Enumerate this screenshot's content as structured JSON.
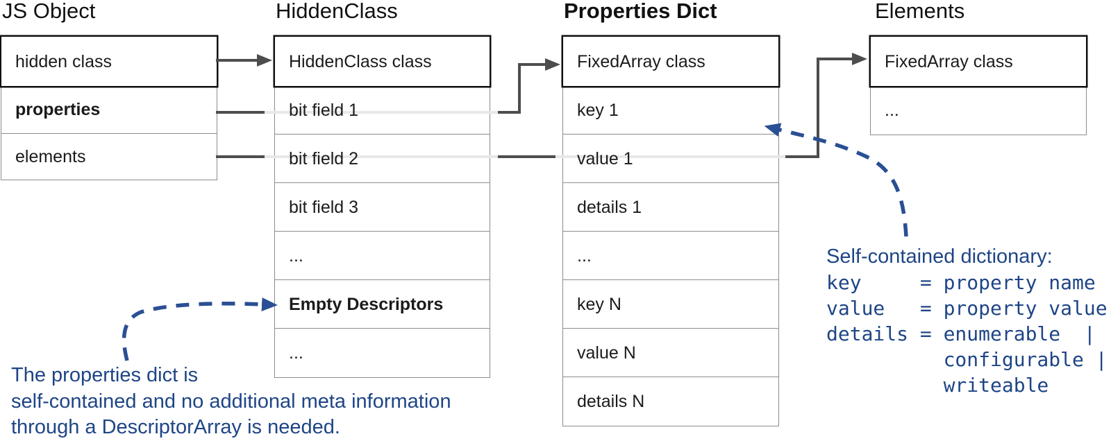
{
  "diagram": {
    "columns": [
      {
        "title": "JS Object",
        "rows": [
          {
            "label": "hidden class"
          },
          {
            "label": "properties"
          },
          {
            "label": "elements"
          }
        ]
      },
      {
        "title": "HiddenClass",
        "rows": [
          {
            "label": "HiddenClass class"
          },
          {
            "label": "bit field 1"
          },
          {
            "label": "bit field 2"
          },
          {
            "label": "bit field 3"
          },
          {
            "label": "..."
          },
          {
            "label": "Empty Descriptors"
          },
          {
            "label": "..."
          }
        ]
      },
      {
        "title": "Properties Dict",
        "rows": [
          {
            "label": "FixedArray class"
          },
          {
            "label": "key 1"
          },
          {
            "label": "value 1"
          },
          {
            "label": "details 1"
          },
          {
            "label": "..."
          },
          {
            "label": "key N"
          },
          {
            "label": "value N"
          },
          {
            "label": "details N"
          }
        ]
      },
      {
        "title": "Elements",
        "rows": [
          {
            "label": "FixedArray class"
          },
          {
            "label": "..."
          }
        ]
      }
    ],
    "left_note": {
      "line1": "The properties dict is",
      "line2": "self-contained and no additional meta information",
      "line3": "through a DescriptorArray is needed."
    },
    "right_note": {
      "heading": "Self-contained dictionary:",
      "code1": "key     = property name",
      "code2": "value   = property value",
      "code3": "details = enumerable  |",
      "code4": "          configurable |",
      "code5": "          writeable"
    },
    "colors": {
      "accent_blue": "#1e4586",
      "dash_blue": "#2a4f94",
      "arrow_dark": "#4d4d4d",
      "arrow_light": "#e8e8e8"
    }
  }
}
